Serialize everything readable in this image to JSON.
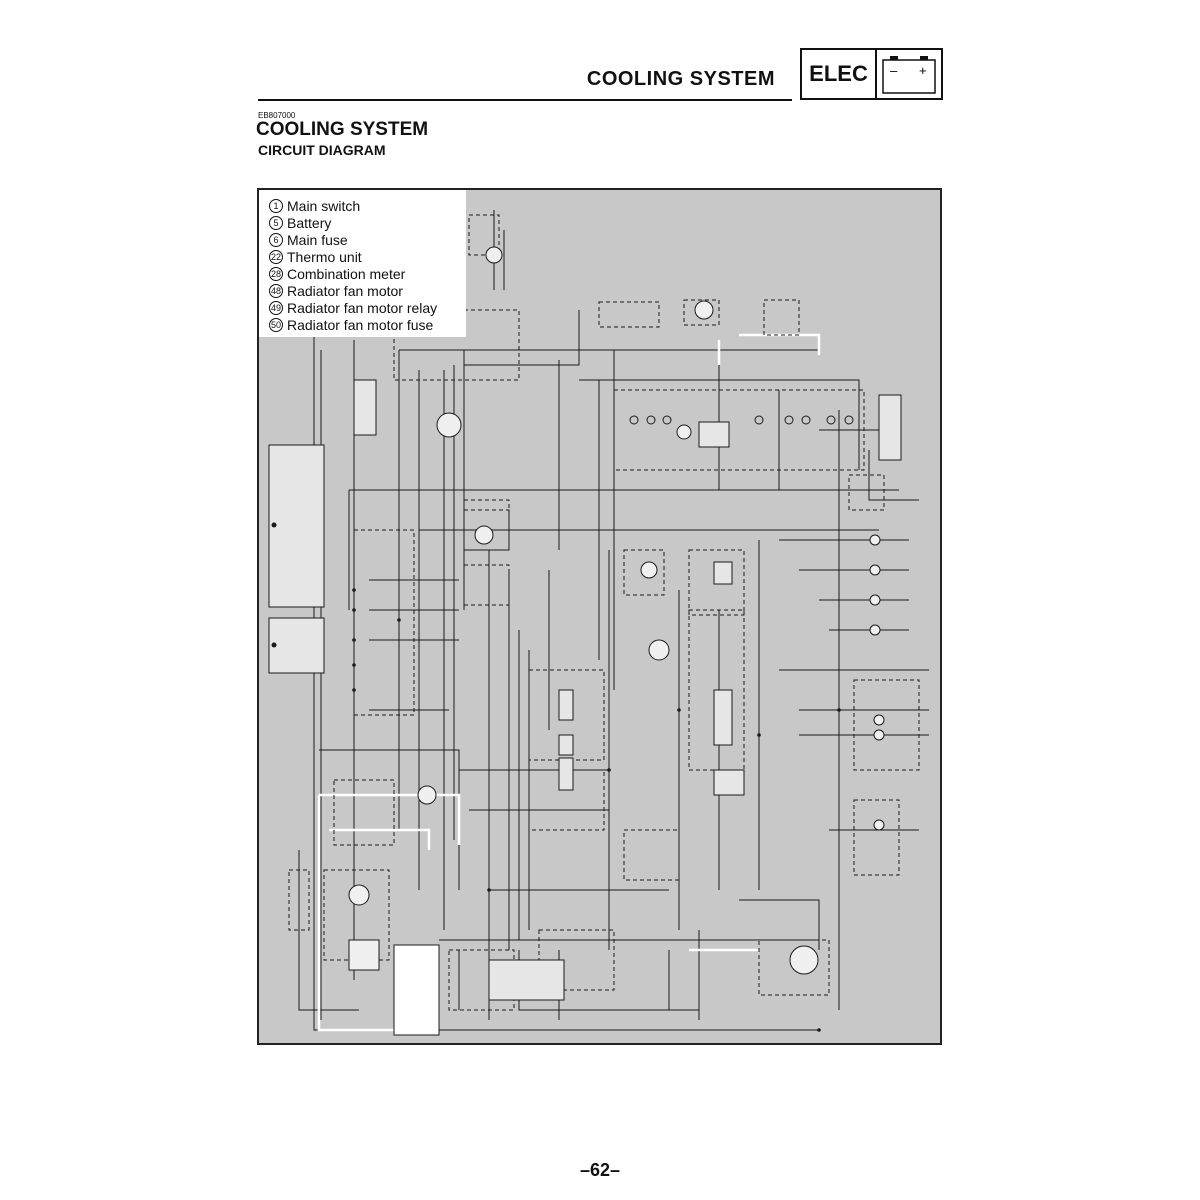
{
  "header": {
    "section_title": "COOLING SYSTEM",
    "category_label": "ELEC",
    "battery_icon": "battery-icon",
    "minus_sign": "–",
    "plus_sign": "+"
  },
  "document": {
    "code": "EB807000",
    "title": "COOLING SYSTEM",
    "subtitle": "CIRCUIT DIAGRAM"
  },
  "legend": {
    "items": [
      {
        "num": "1",
        "label": "Main switch"
      },
      {
        "num": "5",
        "label": "Battery"
      },
      {
        "num": "6",
        "label": "Main fuse"
      },
      {
        "num": "22",
        "label": "Thermo unit"
      },
      {
        "num": "28",
        "label": "Combination meter"
      },
      {
        "num": "48",
        "label": "Radiator fan motor"
      },
      {
        "num": "49",
        "label": "Radiator fan motor relay"
      },
      {
        "num": "50",
        "label": "Radiator fan motor fuse"
      }
    ]
  },
  "footer": {
    "page_number": "–62–"
  },
  "colors": {
    "diagram_background": "#c8c8c8",
    "wire": "#1a1a1a",
    "highlight_wire": "#ffffff"
  }
}
